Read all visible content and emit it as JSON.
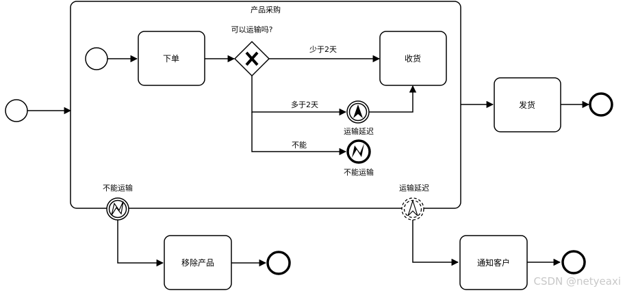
{
  "subprocess": {
    "title": "产品采购"
  },
  "gateway": {
    "label": "可以运输吗?"
  },
  "tasks": {
    "order": "下单",
    "receive": "收货",
    "ship": "发货",
    "remove_product": "移除产品",
    "notify_customer": "通知客户"
  },
  "flows": {
    "less_than_2_days": "少于2天",
    "more_than_2_days": "多于2天",
    "cannot": "不能"
  },
  "events": {
    "inner_escalation_label": "运输延迟",
    "inner_error_end_label": "不能运输",
    "boundary_error_label": "不能运输",
    "boundary_escalation_label": "运输延迟"
  },
  "watermark": "CSDN @netyeaxi"
}
